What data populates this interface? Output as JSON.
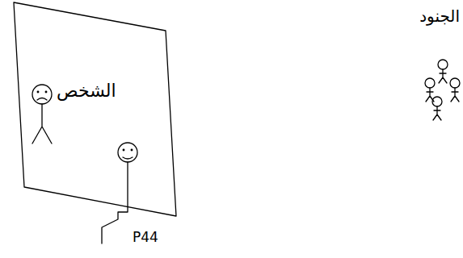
{
  "diagram": {
    "labels": [
      "الشخص",
      "P44",
      "الجنود"
    ]
  }
}
